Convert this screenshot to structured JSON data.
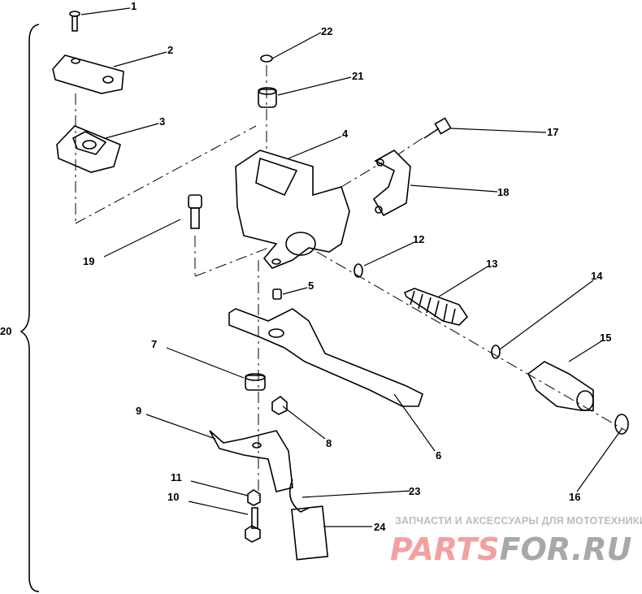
{
  "diagram": {
    "callouts": [
      "1",
      "2",
      "3",
      "4",
      "5",
      "6",
      "7",
      "8",
      "9",
      "10",
      "11",
      "12",
      "13",
      "14",
      "15",
      "16",
      "17",
      "18",
      "19",
      "20",
      "21",
      "22",
      "23",
      "24"
    ]
  },
  "watermark": {
    "tagline": "ЗАПЧАСТИ И АКСЕССУАРЫ ДЛЯ МОТОТЕХНИКИ",
    "logo_part1": "PARTS",
    "logo_part2": "FOR.RU",
    "colors": {
      "pink": "#f4a0a0",
      "gray": "#a8a8a8"
    }
  }
}
